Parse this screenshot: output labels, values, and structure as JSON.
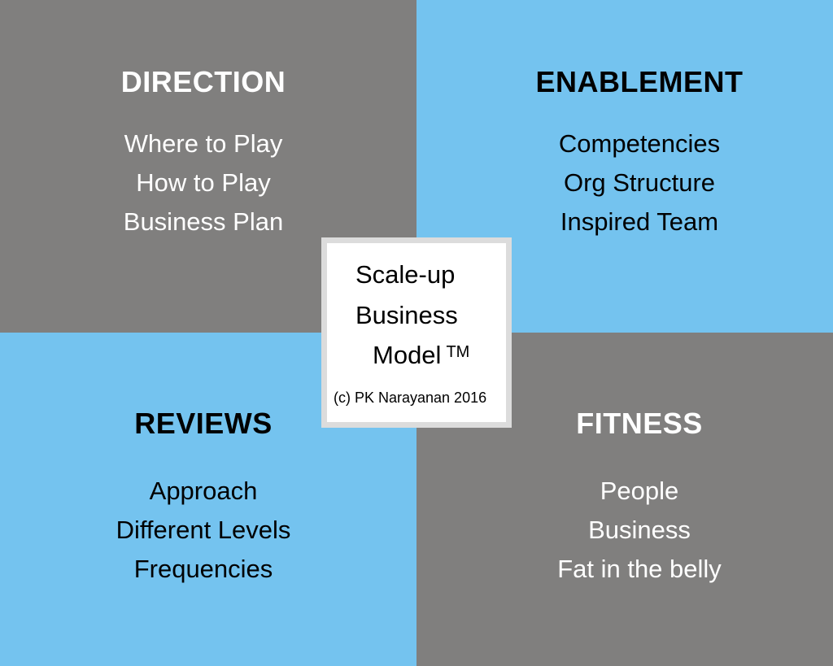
{
  "colors": {
    "gray_quadrant": "#807f7e",
    "blue_quadrant": "#74c3ef",
    "center_box_bg": "#ffffff",
    "center_box_border": "#dcdcdc"
  },
  "quadrants": {
    "direction": {
      "title": "DIRECTION",
      "items": [
        "Where to Play",
        "How to Play",
        "Business Plan"
      ]
    },
    "enablement": {
      "title": "ENABLEMENT",
      "items": [
        "Competencies",
        "Org Structure",
        "Inspired Team"
      ]
    },
    "reviews": {
      "title": "REVIEWS",
      "items": [
        "Approach",
        "Different Levels",
        "Frequencies"
      ]
    },
    "fitness": {
      "title": "FITNESS",
      "items": [
        "People",
        "Business",
        "Fat in the belly"
      ]
    }
  },
  "center": {
    "line1": "Scale-up",
    "line2": "Business",
    "line3": "Model",
    "trademark": "TM",
    "copyright": "(c) PK Narayanan 2016"
  }
}
